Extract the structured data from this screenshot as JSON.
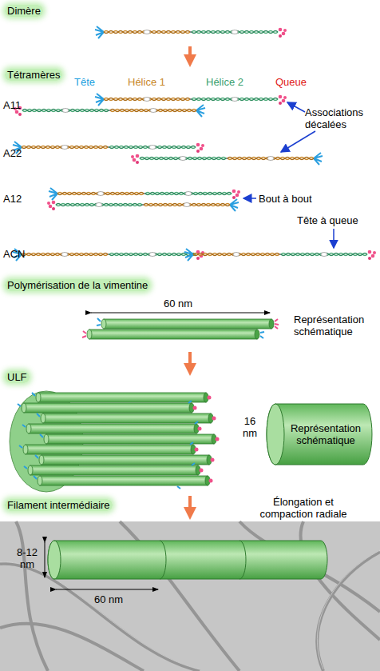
{
  "diagram": {
    "nodes": [
      {
        "text": [
          "Représentation schématique"
        ]
      }
    ],
    "labels": [
      "Dimère",
      "Tétramères",
      "Tête",
      "Hélice 1",
      "Hélice 2",
      "Queue",
      "A11",
      "Associations décalées",
      "A22",
      "A12",
      "Bout à bout",
      "Tête à queue",
      "ACN",
      "Polymérisation de la vimentine",
      "60 nm",
      "Représentation schématique",
      "ULF",
      "16 nm",
      "Filament intermédiaire",
      "Élongation et compaction radiale",
      "8-12 nm",
      "60 nm"
    ]
  }
}
